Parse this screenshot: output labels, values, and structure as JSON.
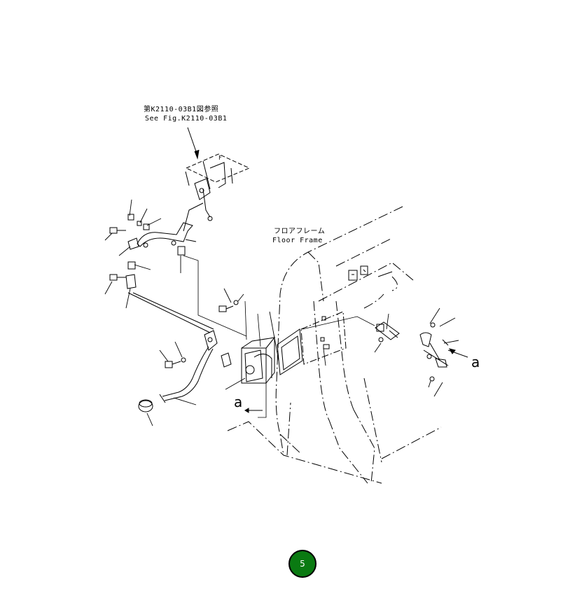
{
  "reference": {
    "line_jp": "第K2110-03B1図参照",
    "line_en": "See Fig.K2110-03B1"
  },
  "floor_frame": {
    "label_jp": "フロアフレーム",
    "label_en": "Floor Frame"
  },
  "view_marker": {
    "left": "a",
    "right": "a"
  },
  "page_badge": {
    "number": "5",
    "color": "#0a7a12"
  }
}
